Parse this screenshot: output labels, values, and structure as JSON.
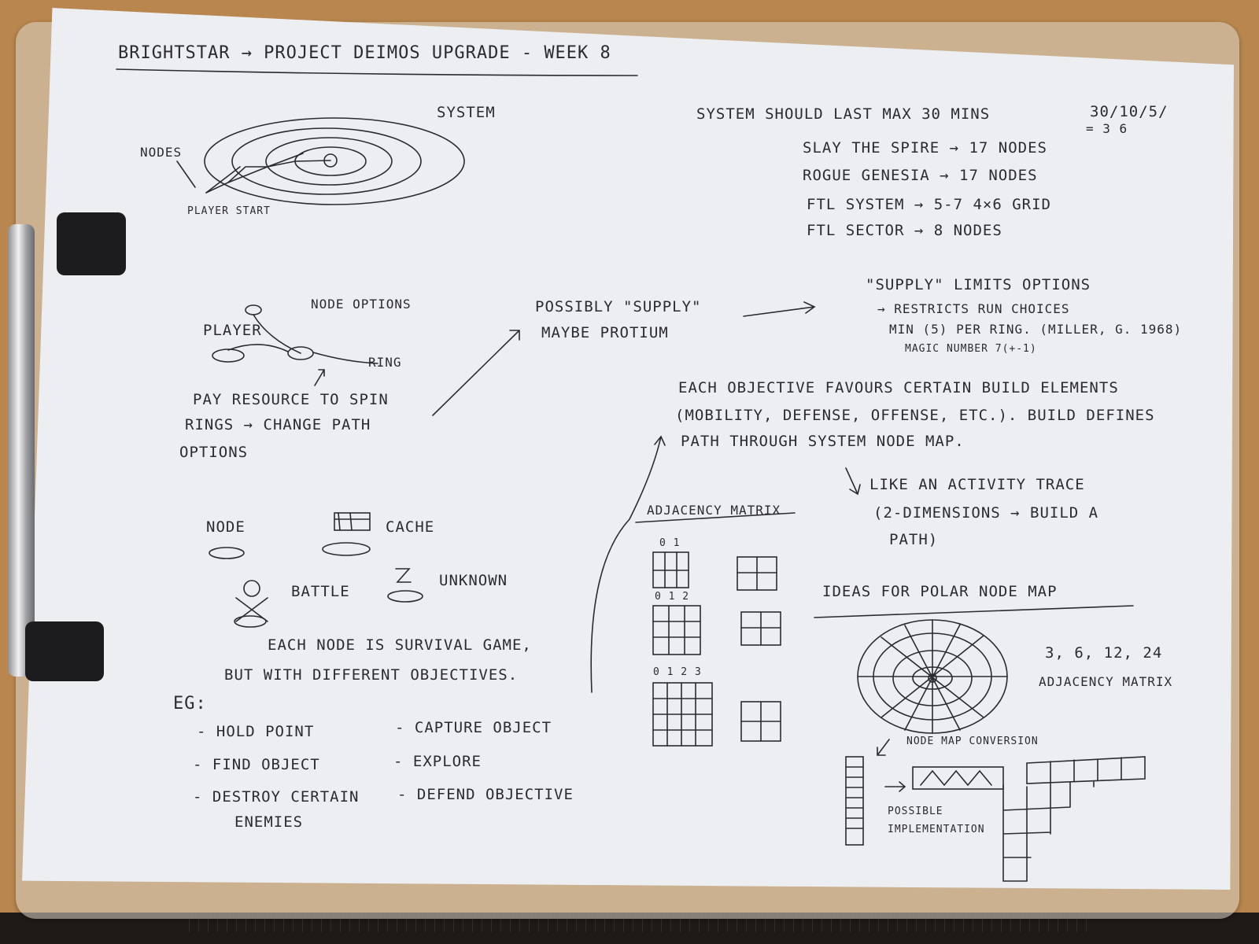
{
  "notes": {
    "title": "BRIGHTSTAR → PROJECT DEIMOS UPGRADE - WEEK 8",
    "system_label": "SYSTEM",
    "nodes_label": "NODES",
    "player_start": "PLAYER START",
    "right_list": [
      "SYSTEM SHOULD LAST MAX 30 MINS",
      "SLAY THE SPIRE → 17 NODES",
      "ROGUE GENESIA → 17 NODES",
      "FTL SYSTEM → 5-7   4×6 GRID",
      "FTL SECTOR → 8 NODES"
    ],
    "calc": [
      "30/10/5/",
      "= 3   6"
    ],
    "node_options": "NODE OPTIONS",
    "player": "PLAYER",
    "ring": "RING",
    "pay_resource": [
      "PAY RESOURCE TO SPIN",
      "RINGS → CHANGE PATH",
      "OPTIONS"
    ],
    "supply": [
      "POSSIBLY \"SUPPLY\"",
      "MAYBE PROTIUM"
    ],
    "supply_limits": [
      "\"SUPPLY\" LIMITS OPTIONS",
      "→ RESTRICTS RUN CHOICES",
      "MIN (5) PER RING. (MILLER, G. 1968)",
      "MAGIC NUMBER 7(+-1)"
    ],
    "each_objective": [
      "EACH OBJECTIVE FAVOURS CERTAIN BUILD ELEMENTS",
      "(MOBILITY, DEFENSE, OFFENSE, ETC.). BUILD DEFINES",
      "PATH THROUGH SYSTEM NODE MAP."
    ],
    "activity_trace": [
      "LIKE AN ACTIVITY TRACE",
      "(2-DIMENSIONS → BUILD A",
      "PATH)"
    ],
    "legend": {
      "node": "NODE",
      "cache": "CACHE",
      "battle": "BATTLE",
      "unknown": "UNKNOWN"
    },
    "survival": [
      "EACH NODE IS SURVIVAL GAME,",
      "BUT WITH DIFFERENT OBJECTIVES."
    ],
    "eg": "EG:",
    "objectives_left": [
      "- HOLD POINT",
      "- FIND OBJECT",
      "- DESTROY CERTAIN",
      "ENEMIES"
    ],
    "objectives_right": [
      "- CAPTURE OBJECT",
      "- EXPLORE",
      "- DEFEND OBJECTIVE"
    ],
    "adjacency_matrix": "ADJACENCY MATRIX",
    "matrix_headers": [
      "0 1",
      "0 1 2",
      "0 1 2 3"
    ],
    "polar_title": "IDEAS FOR POLAR NODE MAP",
    "polar_counts": "3, 6, 12, 24",
    "polar_adjacency": "ADJACENCY MATRIX",
    "conversion": "NODE MAP CONVERSION",
    "possible_impl": [
      "POSSIBLE",
      "IMPLEMENTATION"
    ]
  },
  "colors": {
    "ink": "#2b2b2f",
    "paper": "#eceef2",
    "desk": "#b8864e",
    "clip": "#1c1c1e"
  }
}
